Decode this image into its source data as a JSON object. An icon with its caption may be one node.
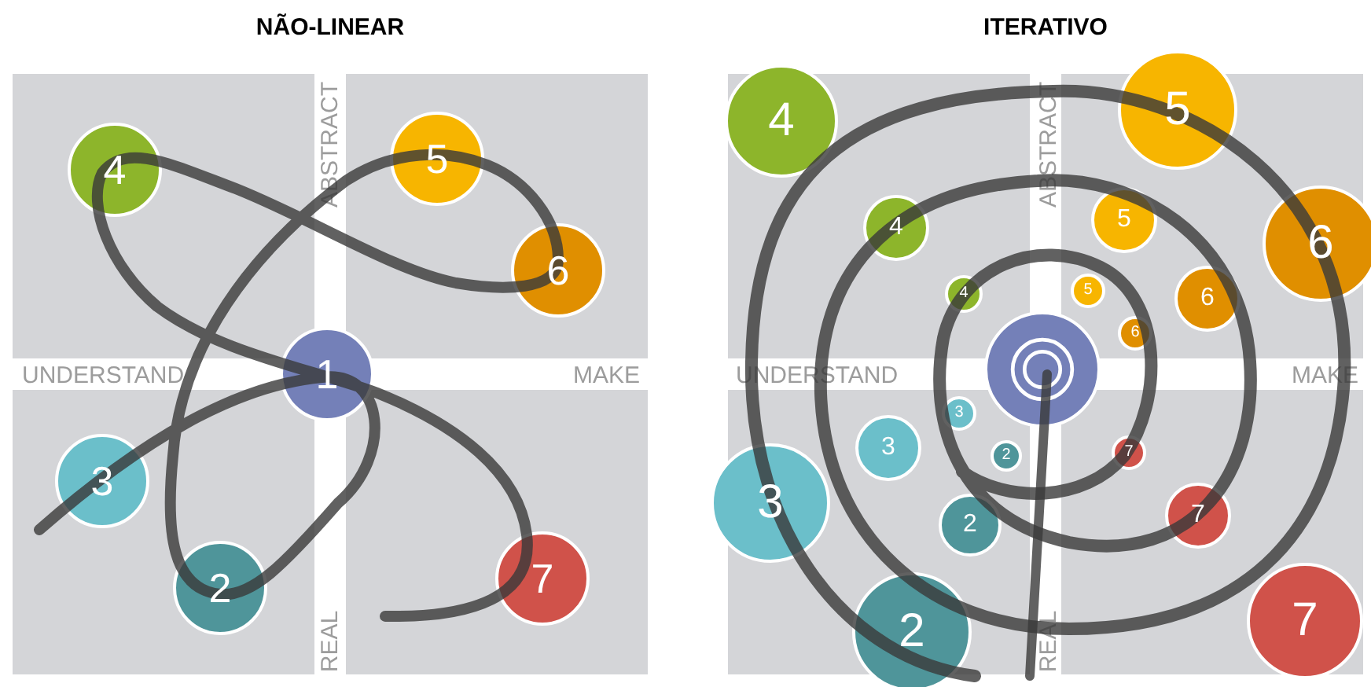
{
  "diagram": {
    "nodes": [
      {
        "text": [
          "4"
        ]
      },
      {
        "text": [
          "5"
        ]
      },
      {
        "text": [
          "6"
        ]
      },
      {
        "text": [
          "1"
        ]
      },
      {
        "text": [
          "3"
        ]
      },
      {
        "text": [
          "2"
        ]
      },
      {
        "text": [
          "7"
        ]
      },
      {
        "text": [
          "4"
        ]
      },
      {
        "text": [
          "5"
        ]
      },
      {
        "text": [
          "4"
        ]
      },
      {
        "text": [
          "5"
        ]
      },
      {
        "text": [
          "6"
        ]
      },
      {
        "text": [
          "4"
        ]
      },
      {
        "text": [
          "5"
        ]
      },
      {
        "text": [
          "6"
        ]
      },
      {
        "text": [
          "6"
        ]
      },
      {
        "text": [],
        "shape": "circle"
      },
      {
        "text": [
          "3"
        ]
      },
      {
        "text": [
          "3"
        ]
      },
      {
        "text": [
          "7"
        ]
      },
      {
        "text": [
          "2"
        ]
      },
      {
        "text": [
          "3"
        ]
      },
      {
        "text": [
          "7"
        ]
      },
      {
        "text": [
          "2"
        ]
      },
      {
        "text": [
          "7"
        ]
      },
      {
        "text": [
          "2"
        ]
      }
    ],
    "labels": [
      "NÃO-LINEAR",
      "ITERATIVO",
      "UNDERSTAND",
      "ABSTRACT",
      "MAKE",
      "REAL",
      "UNDERSTAND",
      "ABSTRACT",
      "MAKE",
      "REAL"
    ]
  }
}
